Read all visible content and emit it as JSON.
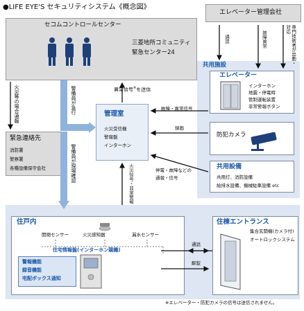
{
  "title": "●LIFE EYE'S セキュリティシステム《概念図》",
  "control_center": {
    "title": "セコムコントロールセンター",
    "partner_line1": "三菱地所コミュニティ",
    "partner_line2": "緊急センター24"
  },
  "elevator_company": {
    "title": "エレベーター管理会社"
  },
  "shared_facilities": {
    "label": "共用施設",
    "elevator": {
      "title": "エレベーター",
      "items": [
        "インターホン",
        "地震・停電時",
        "管制運転装置",
        "非常警報ボタン"
      ]
    },
    "camera": {
      "title": "防犯カメラ"
    },
    "equipment": {
      "title": "共用設備",
      "line1": "共用灯、消防設備",
      "line2": "給排水設備、機械駐車設備 etc"
    }
  },
  "management_room": {
    "title": "管理室",
    "items": [
      "火災受信機",
      "警報盤",
      "インターホン"
    ]
  },
  "emergency_contacts": {
    "title": "緊急連絡先",
    "items": [
      "消防署",
      "警察署",
      "各種設備保守会社"
    ]
  },
  "residence": {
    "label": "住戸内",
    "sensors": [
      "開閉センサー",
      "火災感知器",
      "漏水センサー"
    ],
    "panel_title": "住宅情報盤(インターホン親機)",
    "panel_features": [
      "警報機能",
      "録音機能",
      "宅配ボックス通知"
    ]
  },
  "entrance": {
    "title": "住棟エントランス",
    "line1": "集合玄関機(カメラ付)",
    "line2": "オートロックシステム"
  },
  "flows": {
    "contact": "通話",
    "dispatch": "故障異常",
    "expert_dispatch": "専門技術者が出動・対応",
    "anomaly_signal": "異常信号",
    "anomaly_send": "を送信",
    "guard_rush": "警備員が急行",
    "fire_report": "火災等の場合通報",
    "guard_check": "警備員が現場確認",
    "fault_signal": "故障・異常信号",
    "recording": "録画",
    "stop_fault": "停電・故障などの",
    "report_signal": "通報・信号",
    "fire_signal": "火災信号・非常警報",
    "call": "通話",
    "unlock": "解錠"
  },
  "footnote": "※エレベーター・防犯カメラの信号は送信されません。",
  "colors": {
    "accent_blue": "#1a58a8",
    "region_blue": "#dde6f2",
    "arrow_blue": "#8fb3dc",
    "panel_gray": "#dcdcdc"
  },
  "icons": [
    "guard-figure-icon",
    "elevator-door-icon",
    "security-camera-icon",
    "smoke-detector-icon",
    "intercom-panel-icon",
    "entrance-door-icon"
  ]
}
